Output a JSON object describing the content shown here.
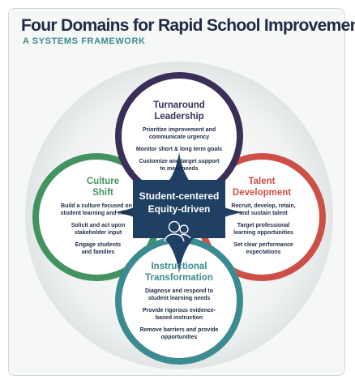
{
  "title": "Four Domains for Rapid School Improvement",
  "subtitle": "A SYSTEMS FRAMEWORK",
  "center": {
    "line1": "Student-centered",
    "line2": "Equity-driven",
    "icon": "people-icon"
  },
  "domains": {
    "leadership": {
      "title": [
        "Turnaround",
        "Leadership"
      ],
      "color": "#3b2f58",
      "items": [
        [
          "Prioritize improvement and",
          "communicate urgency"
        ],
        [
          "Monitor short & long term goals"
        ],
        [
          "Customize and target support",
          "to meet needs"
        ]
      ]
    },
    "talent": {
      "title": [
        "Talent",
        "Development"
      ],
      "color": "#cd4f45",
      "items": [
        [
          "Recruit, develop, retain,",
          "and sustain talent"
        ],
        [
          "Target professional",
          "learning opportunities"
        ],
        [
          "Set clear performance",
          "expectations"
        ]
      ]
    },
    "instructional": {
      "title": [
        "Instructional",
        "Transformation"
      ],
      "color": "#3b8b90",
      "items": [
        [
          "Diagnose and respond to",
          "student learning needs"
        ],
        [
          "Provide rigorous evidence-",
          "based instruction"
        ],
        [
          "Remove barriers and provide",
          "opportunities"
        ]
      ]
    },
    "culture": {
      "title": [
        "Culture",
        "Shift"
      ],
      "color": "#43935f",
      "items": [
        [
          "Build a culture focused on",
          "student learning and effort"
        ],
        [
          "Solicit and act upon",
          "stakeholder input"
        ],
        [
          "Engage students",
          "and families"
        ]
      ]
    }
  },
  "colors": {
    "navy": "#1d2b45",
    "teal_text": "#3e8a89",
    "center": "#1f3f63"
  }
}
